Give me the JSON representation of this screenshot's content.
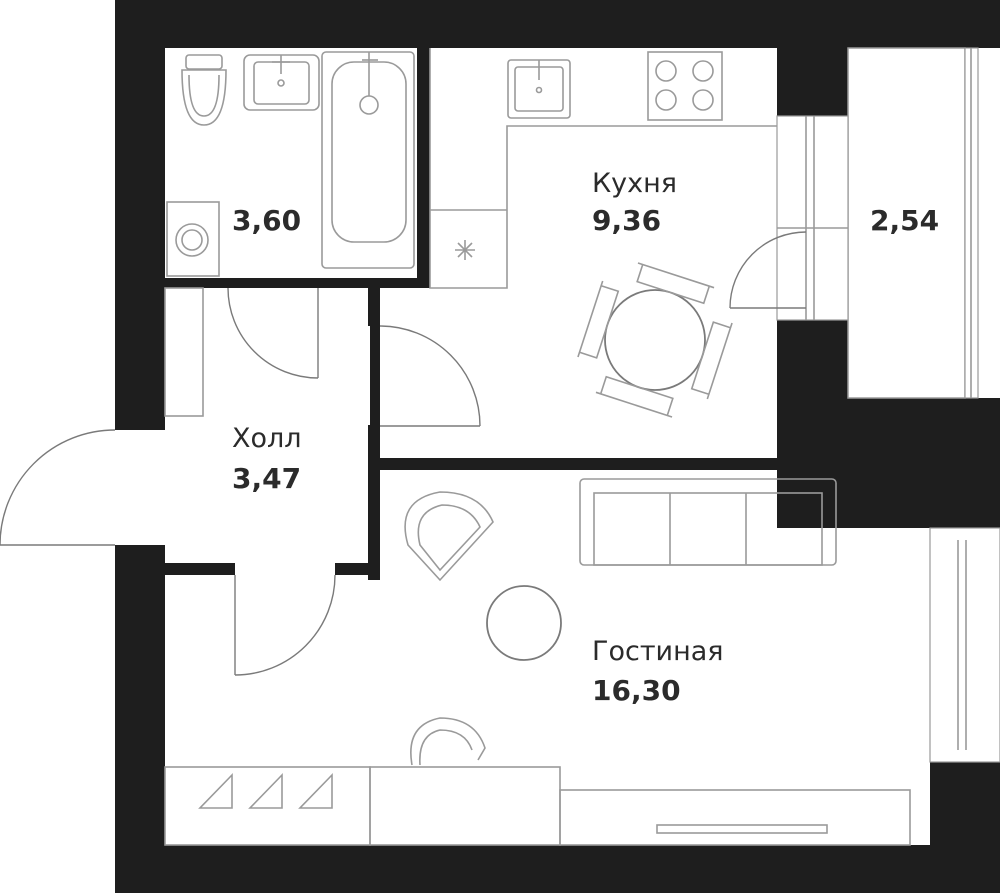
{
  "rooms": {
    "bathroom": {
      "area": "3,60"
    },
    "kitchen": {
      "name": "Кухня",
      "area": "9,36"
    },
    "balcony": {
      "area": "2,54"
    },
    "hall": {
      "name": "Холл",
      "area": "3,47"
    },
    "living": {
      "name": "Гостиная",
      "area": "16,30"
    }
  },
  "colors": {
    "wall": "#1e1e1e",
    "fixture_line": "#9a9a9a",
    "background": "#ffffff"
  }
}
